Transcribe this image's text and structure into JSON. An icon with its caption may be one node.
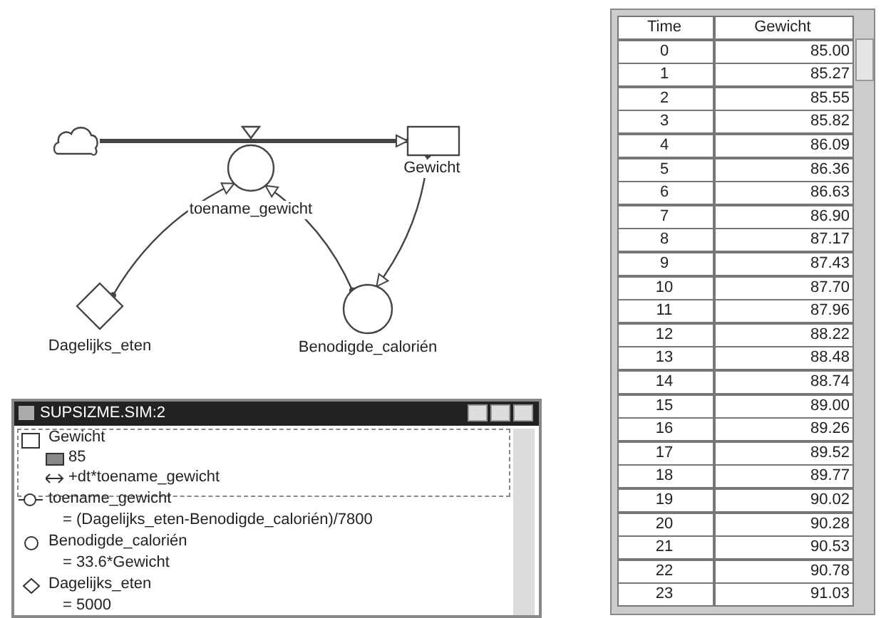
{
  "diagram": {
    "nodes": [
      {
        "text": [],
        "shape": "cloud"
      },
      {
        "text": [
          "Gewicht"
        ]
      },
      {
        "text": [
          "toename_gewicht"
        ]
      },
      {
        "text": [
          "Dagelijks_eten"
        ]
      },
      {
        "text": [
          "Benodigde_calorién"
        ]
      }
    ],
    "edges": [
      {
        "from": 0,
        "to": 1,
        "arrow": "to",
        "style": "thick"
      },
      {
        "from": 3,
        "to": 2,
        "arrow": "to"
      },
      {
        "from": 4,
        "to": 2,
        "arrow": "to"
      },
      {
        "from": 1,
        "to": 4,
        "arrow": "to"
      }
    ],
    "labels": [
      "SUPSIZME.SIM:2",
      "Gewicht",
      "85",
      "+dt*toename_gewicht",
      "toename_gewicht",
      "= (Dagelijks_eten-Benodigde_calorién)/7800",
      "Benodigde_calorién",
      "= 33.6*Gewicht",
      "Dagelijks_eten",
      "= 5000",
      "Time",
      "Gewicht",
      "0",
      "85.00",
      "1",
      "85.27",
      "2",
      "85.55",
      "3",
      "85.82",
      "4",
      "86.09",
      "5",
      "86.36",
      "6",
      "86.63",
      "7",
      "86.90",
      "8",
      "87.17",
      "9",
      "87.43",
      "10",
      "87.70",
      "11",
      "87.96",
      "12",
      "88.22",
      "13",
      "88.48",
      "14",
      "88.74",
      "15",
      "89.00",
      "16",
      "89.26",
      "17",
      "89.52",
      "18",
      "89.77",
      "19",
      "90.02",
      "20",
      "90.28",
      "21",
      "90.53",
      "22",
      "90.78",
      "23",
      "91.03"
    ]
  }
}
